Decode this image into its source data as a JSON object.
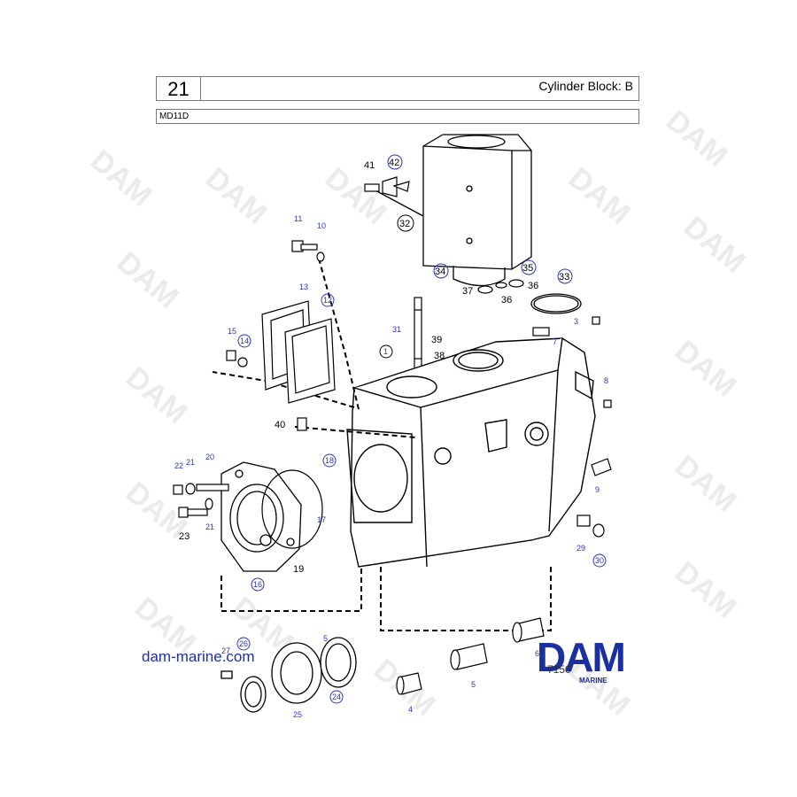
{
  "header": {
    "page_number": "21",
    "title": "Cylinder Block: B",
    "model": "MD11D"
  },
  "watermark": "DAM",
  "website": "dam-marine.com",
  "logo": {
    "text": "DAM",
    "subtext": "MARINE",
    "color": "#1a2fa0"
  },
  "drawing_code": "7150",
  "callouts": [
    "1",
    "3",
    "4",
    "5",
    "5",
    "6",
    "7",
    "8",
    "9",
    "10",
    "11",
    "12",
    "13",
    "14",
    "15",
    "16",
    "17",
    "18",
    "19",
    "20",
    "21",
    "21",
    "22",
    "23",
    "24",
    "25",
    "26",
    "27",
    "29",
    "30",
    "31",
    "32",
    "33",
    "34",
    "35",
    "36",
    "36",
    "37",
    "38",
    "39",
    "40",
    "41",
    "42"
  ],
  "colors": {
    "callout_blue": "#2a36b8",
    "line": "#000000"
  }
}
